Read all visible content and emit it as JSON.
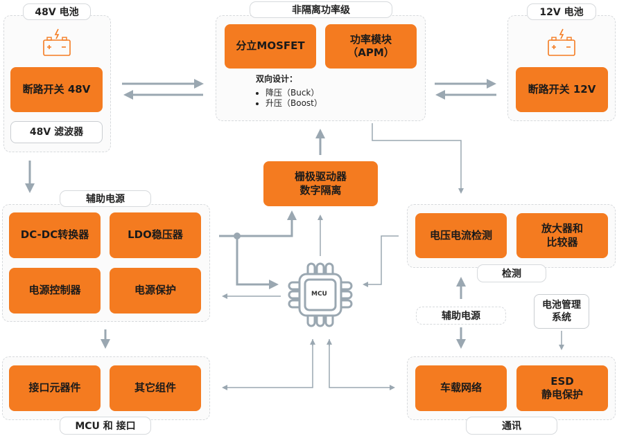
{
  "groups": {
    "battery48": {
      "label": "48V 电池",
      "breaker": "断路开关 48V",
      "filter": "48V 滤波器",
      "icon": "battery-icon"
    },
    "power_stage": {
      "label": "非隔离功率级",
      "mosfet": "分立MOSFET",
      "apm_line1": "功率模块",
      "apm_line2": "（APM）",
      "design_title": "双向设计：",
      "design_items": [
        "降压（Buck）",
        "升压（Boost）"
      ]
    },
    "battery12": {
      "label": "12V 电池",
      "breaker": "断路开关 12V",
      "icon": "battery-icon"
    },
    "gate_driver": {
      "line1": "栅极驱动器",
      "line2": "数字隔离"
    },
    "aux_power": {
      "label": "辅助电源",
      "items": [
        "DC-DC转换器",
        "LDO稳压器",
        "电源控制器",
        "电源保护"
      ]
    },
    "mcu": {
      "label": "MCU",
      "icon": "chip-icon"
    },
    "sensing": {
      "label": "检测",
      "item1": "电压电流检测",
      "item2_line1": "放大器和",
      "item2_line2": "比较器"
    },
    "aux_power_small": {
      "label": "辅助电源"
    },
    "bms": {
      "line1": "电池管理",
      "line2": "系统"
    },
    "mcu_interface": {
      "label": "MCU 和 接口",
      "items": [
        "接口元器件",
        "其它组件"
      ]
    },
    "comms": {
      "label": "通讯",
      "item1": "车载网络",
      "item2_line1": "ESD",
      "item2_line2": "静电保护"
    }
  },
  "colors": {
    "accent": "#f47b20",
    "arrow": "#9aa7b1",
    "dashed_border": "#d6d9dc"
  }
}
